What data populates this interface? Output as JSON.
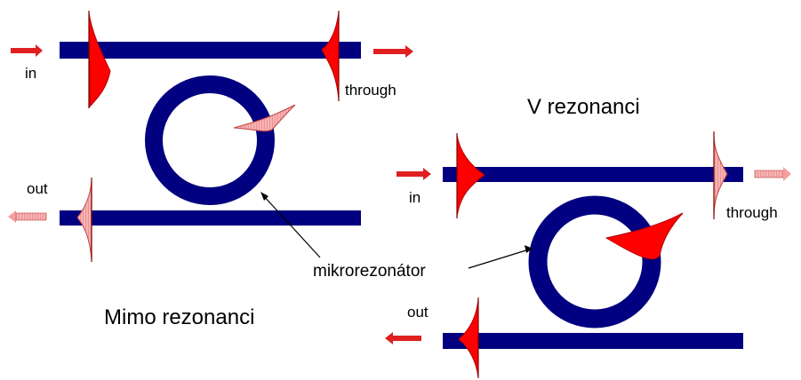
{
  "labels": {
    "in_left": "in",
    "out_left": "out",
    "through_left": "through",
    "title_left": "Mimo rezonanci",
    "title_right": "V rezonanci",
    "in_right": "in",
    "out_right": "out",
    "through_right": "through",
    "microresonator": "mikrorezonátor"
  },
  "colors": {
    "waveguide": "#000080",
    "ring": "#000080",
    "pulse": "#ff0000",
    "pulse_faint": "#f4a4a4",
    "arrow": "#e02020",
    "arrow_faint": "#f4a0a0",
    "text": "#000000"
  }
}
